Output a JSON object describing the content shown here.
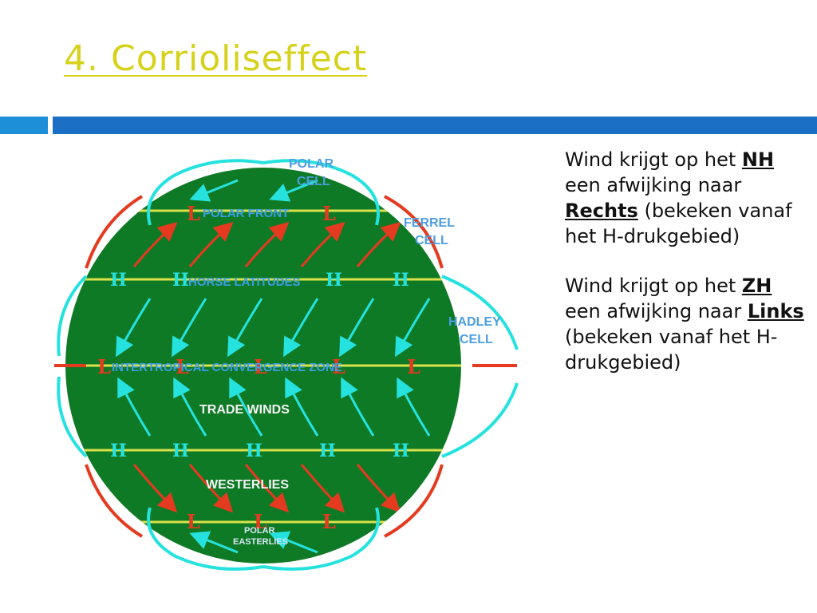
{
  "slide": {
    "title": "4. Corrioliseffect",
    "p1": {
      "pre": "Wind krijgt op het ",
      "hemisphere": "NH",
      "mid": " een afwijking naar ",
      "direction": "Rechts",
      "post": " (bekeken vanaf het H-drukgebied)"
    },
    "p2": {
      "pre": "Wind krijgt op het ",
      "hemisphere": "ZH",
      "mid": " een afwijking naar ",
      "direction": "Links",
      "post": " (bekeken vanaf het H-drukgebied)"
    }
  },
  "diagram": {
    "labels": {
      "polar_cell": [
        "POLAR",
        "CELL"
      ],
      "ferrel_cell": [
        "FERREL",
        "CELL"
      ],
      "hadley_cell": [
        "HADLEY",
        "CELL"
      ],
      "polar_front": "POLAR FRONT",
      "horse_latitudes": "HORSE LATITUDES",
      "itcz": "INTERTROPICAL CONVERGENCE ZONE",
      "trade_winds": "TRADE WINDS",
      "westerlies": "WESTERLIES",
      "polar_easterlies": [
        "POLAR",
        "EASTERLIES"
      ]
    },
    "pressure": {
      "low": "L",
      "high": "H"
    },
    "colors": {
      "globe": "#0f7a26",
      "red": "#e43a1f",
      "teal": "#25e2df",
      "line": "#d9e24a",
      "title": "#d6d21c",
      "bar_left": "#1d8fd9",
      "bar_right": "#1b6fc4"
    }
  }
}
